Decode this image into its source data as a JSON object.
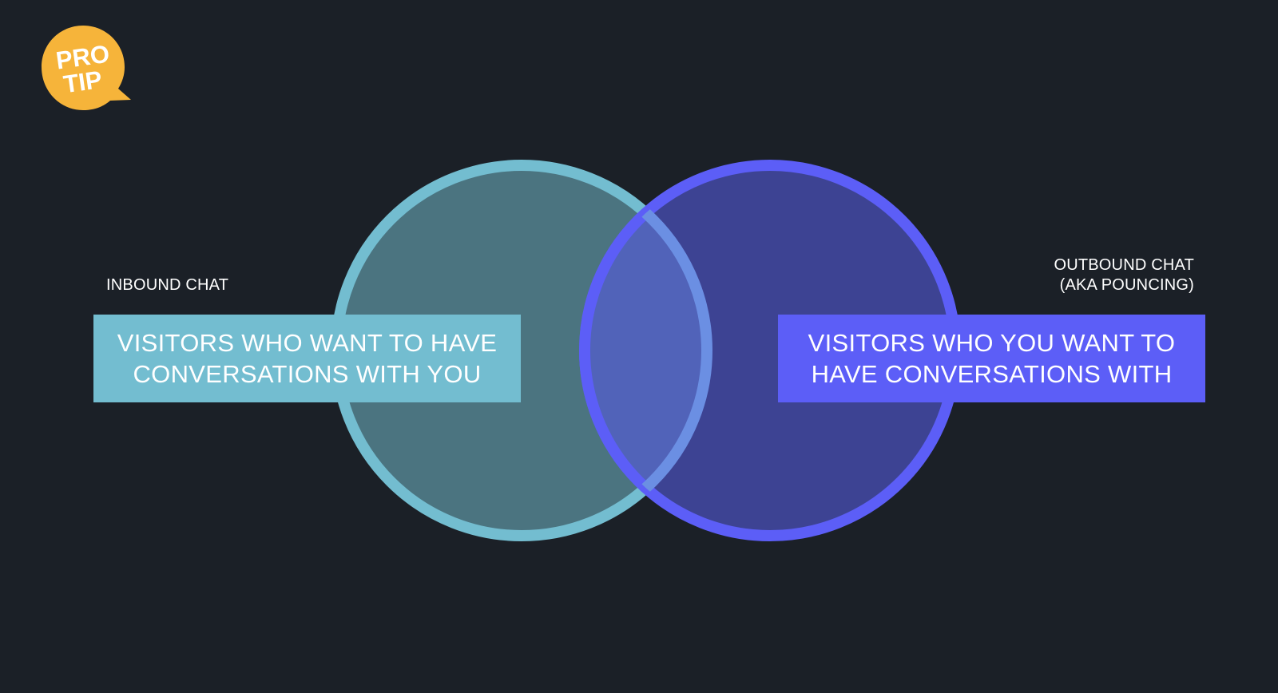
{
  "badge": {
    "line1": "PRO",
    "line2": "TIP",
    "color": "#f6b43a"
  },
  "inbound": {
    "label": "INBOUND CHAT",
    "box_lines": [
      "VISITORS WHO WANT TO HAVE",
      "CONVERSATIONS WITH YOU"
    ],
    "circle_fill": "#4b7480",
    "circle_stroke": "#73bdd0",
    "box_color": "#73bdd0"
  },
  "outbound": {
    "label_lines": [
      "OUTBOUND CHAT",
      "(AKA POUNCING)"
    ],
    "box_lines": [
      "VISITORS WHO YOU WANT TO",
      "HAVE CONVERSATIONS WITH"
    ],
    "circle_fill": "#3d4393",
    "circle_stroke": "#5c5ef7",
    "box_color": "#5c5ef7"
  },
  "overlap": {
    "fill": "#5163b9",
    "stroke": "#6b8fe3"
  },
  "background": "#1b2027"
}
